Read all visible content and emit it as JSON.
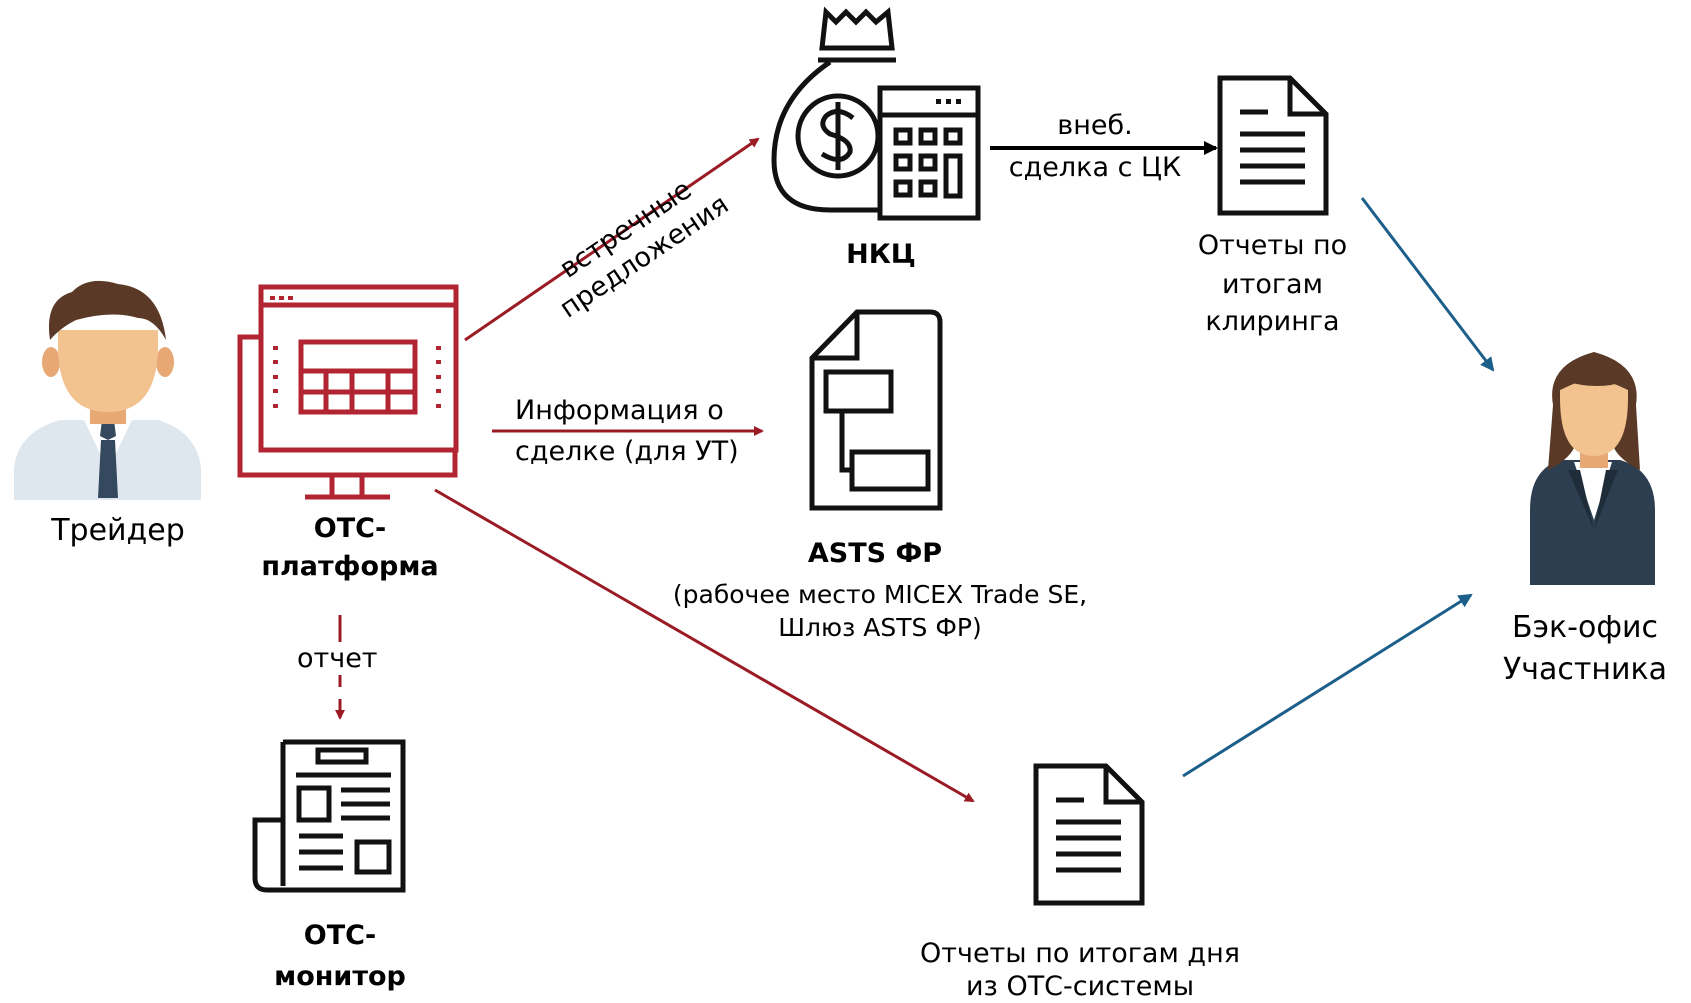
{
  "colors": {
    "red_arrow": "#9b1b24",
    "blue_arrow": "#1c5f8a",
    "black_arrow": "#000000",
    "icon_red": "#b22431",
    "icon_black": "#111111",
    "skin": "#f2c28f",
    "hair_brown": "#5a3a26",
    "suit_dark": "#2c3e50"
  },
  "icons": {
    "trader": "man-avatar",
    "otc_platform": "monitor-window-icon",
    "otc_monitor": "newspaper-icon",
    "nkc": "money-bag-calculator-icon",
    "asts": "document-flowchart-icon",
    "clearing_reports": "document-icon",
    "day_reports": "document-icon",
    "backoffice": "woman-avatar"
  },
  "labels": {
    "trader": "Трейдер",
    "otc_platform": [
      "ОТС-",
      "платформа"
    ],
    "otc_monitor": [
      "ОТС-",
      "монитор"
    ],
    "nkc": "НКЦ",
    "asts_title": "ASTS ФР",
    "asts_subtitle": [
      "(рабочее место MICEX Trade SE,",
      "Шлюз ASTS ФР)"
    ],
    "clearing_reports": [
      "Отчеты по",
      "итогам",
      "клиринга"
    ],
    "day_reports": [
      "Отчеты по итогам дня",
      "из ОТС-системы"
    ],
    "backoffice": [
      "Бэк-офис",
      "Участника"
    ]
  },
  "edges": {
    "counter_offers": [
      "встречные",
      "предложения"
    ],
    "deal_info": [
      "Информация о",
      "сделке (для УТ)"
    ],
    "report": "отчет",
    "otc_deal": [
      "внеб.",
      "сделка с ЦК"
    ]
  }
}
